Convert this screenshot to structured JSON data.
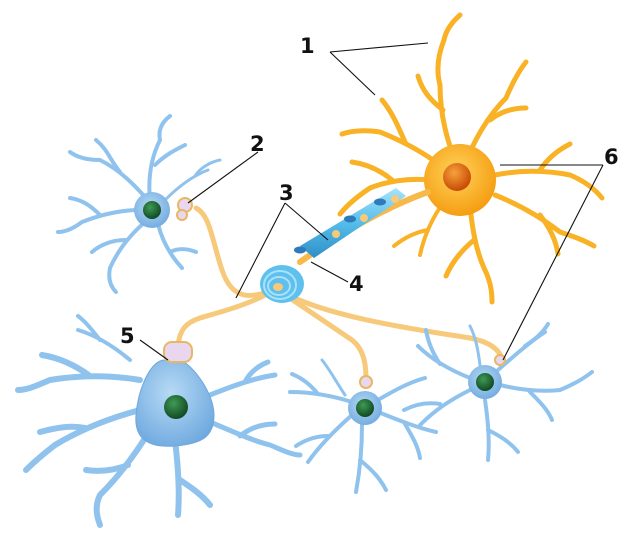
{
  "labels": [
    {
      "id": "1",
      "text": "1"
    },
    {
      "id": "2",
      "text": "2"
    },
    {
      "id": "3",
      "text": "3"
    },
    {
      "id": "4",
      "text": "4"
    },
    {
      "id": "5",
      "text": "5"
    },
    {
      "id": "6",
      "text": "6"
    }
  ],
  "colors": {
    "presynaptic_neuron": "#f9a81a",
    "nucleus_orange": "#e4650f",
    "postsynaptic_neuron": "#8fc3ee",
    "nucleus_green": "#1f6b35",
    "myelin": "#5fc0ee",
    "axon_branch": "#f7c97a",
    "synapse_bouton": "#e9d7ef"
  }
}
